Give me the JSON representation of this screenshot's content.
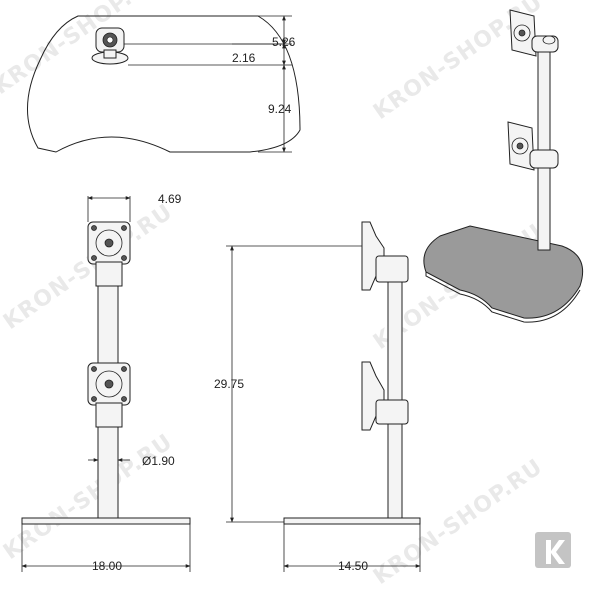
{
  "dimensions": {
    "top_height": "5.26",
    "top_offset": "2.16",
    "base_depth": "9.24",
    "plate_width": "4.69",
    "pole_height": "29.75",
    "pole_diameter": "Ø1.90",
    "base_width": "18.00",
    "base_side_depth": "14.50"
  },
  "watermark": {
    "text": "KRON-SHOP.RU",
    "color": "#d0d0d0"
  },
  "logo": {
    "letter": "K",
    "color": "#cfcfcf"
  }
}
